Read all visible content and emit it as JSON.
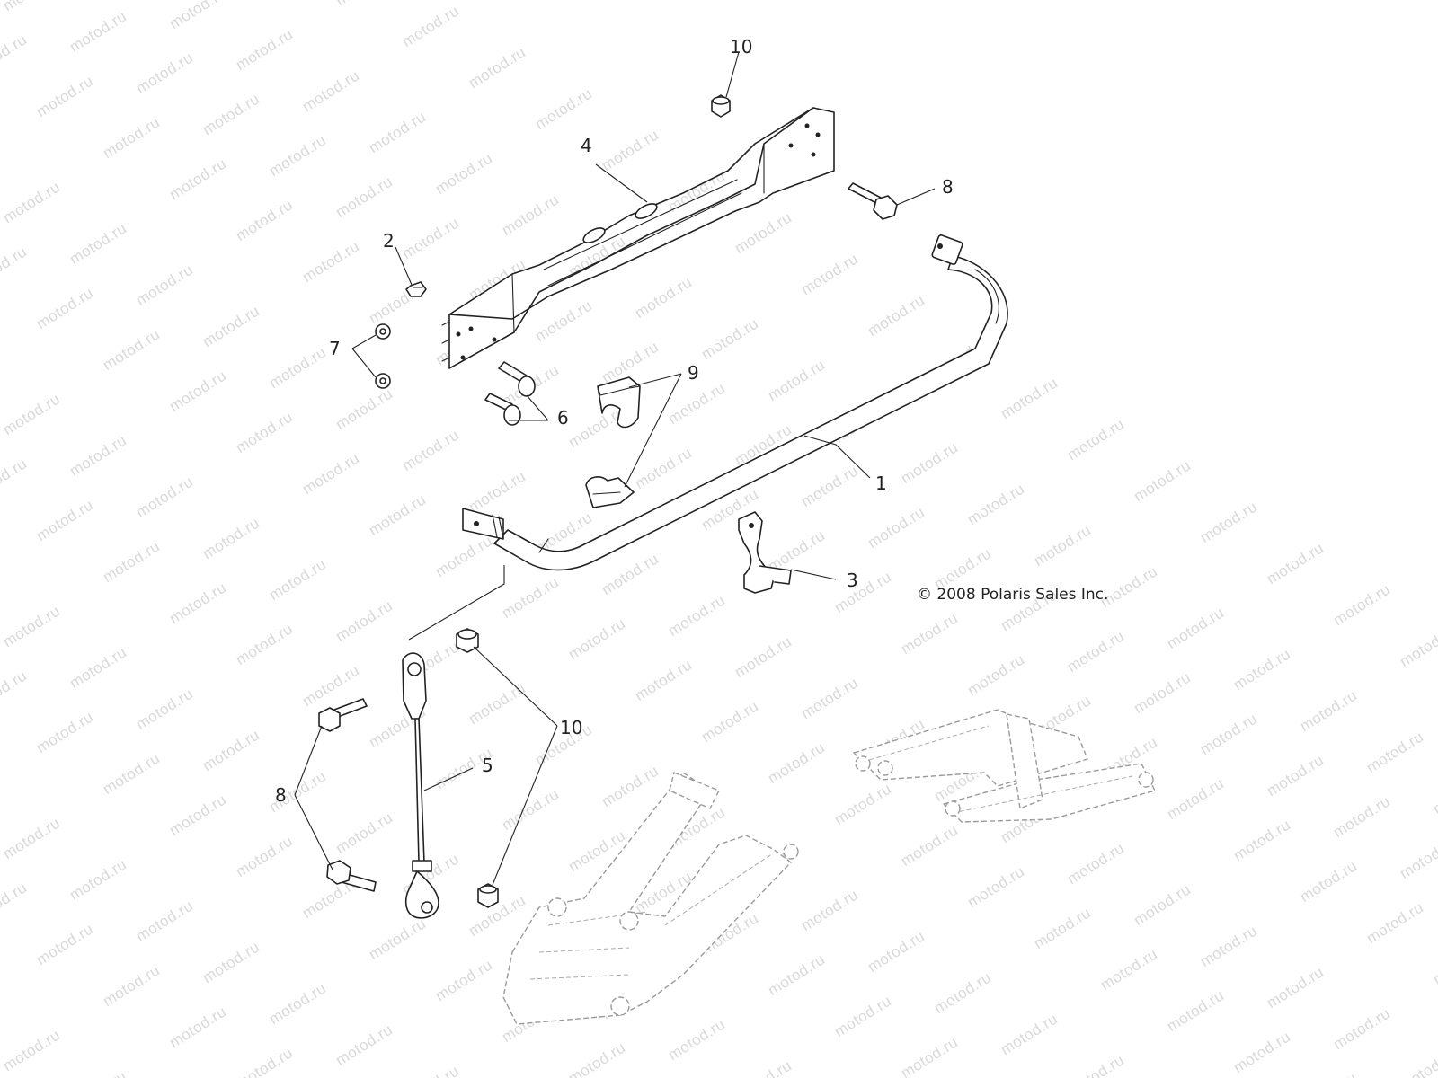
{
  "watermark": {
    "text": "motod.ru"
  },
  "callouts": [
    {
      "id": "1",
      "label": "1"
    },
    {
      "id": "2",
      "label": "2"
    },
    {
      "id": "3",
      "label": "3"
    },
    {
      "id": "4",
      "label": "4"
    },
    {
      "id": "5",
      "label": "5"
    },
    {
      "id": "6",
      "label": "6"
    },
    {
      "id": "7",
      "label": "7"
    },
    {
      "id": "8a",
      "label": "8"
    },
    {
      "id": "8b",
      "label": "8"
    },
    {
      "id": "9",
      "label": "9"
    },
    {
      "id": "10a",
      "label": "10"
    },
    {
      "id": "10b",
      "label": "10"
    }
  ],
  "copyright": "© 2008 Polaris Sales Inc."
}
